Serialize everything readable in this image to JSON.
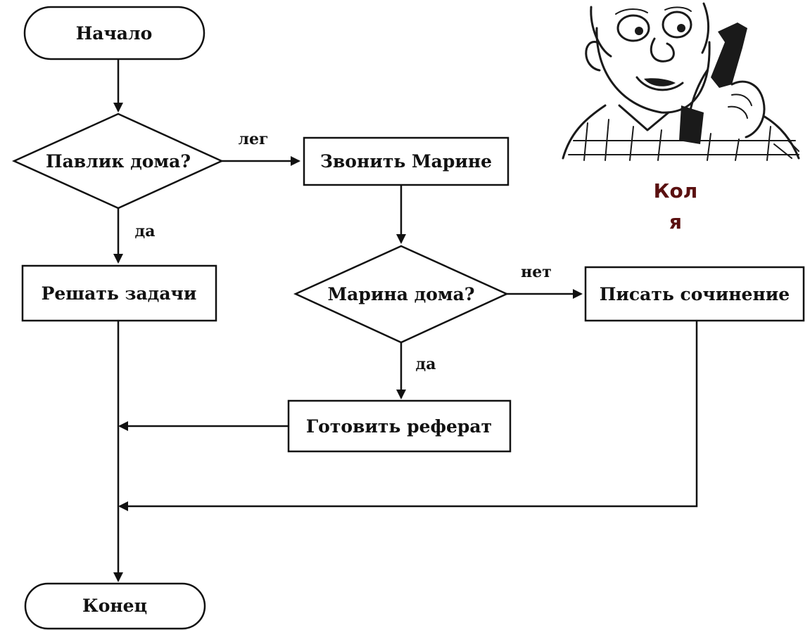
{
  "diagram": {
    "nodes": {
      "start": "Начало",
      "pavlik_home": "Павлик дома?",
      "call_marina": "Звонить Марине",
      "solve_tasks": "Решать задачи",
      "marina_home": "Марина дома?",
      "write_essay": "Писать сочинение",
      "prepare_report": "Готовить реферат",
      "end": "Конец"
    },
    "edges": {
      "pavlik_no": "лег",
      "pavlik_yes": "да",
      "marina_no": "нет",
      "marina_yes": "да"
    }
  },
  "character": {
    "name_line1": "Кол",
    "name_line2": "я",
    "name_color": "#5a1010"
  },
  "colors": {
    "stroke": "#111111",
    "background": "#ffffff"
  }
}
